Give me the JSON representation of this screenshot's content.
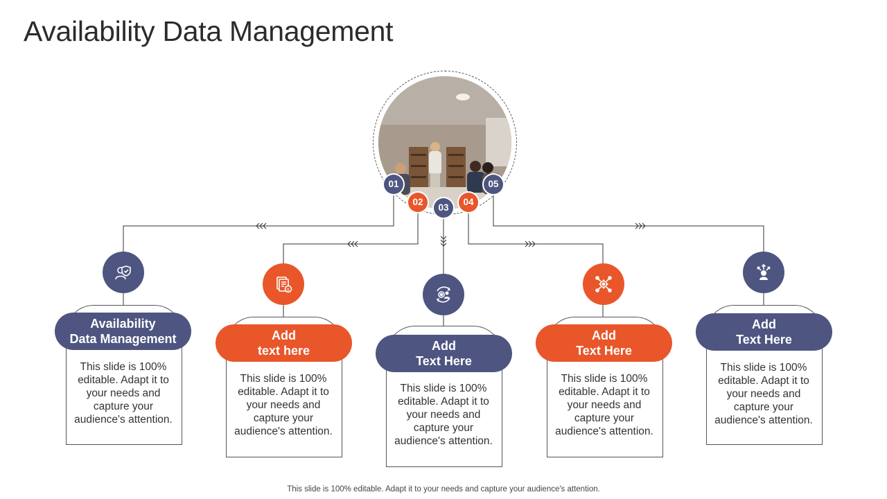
{
  "page": {
    "title": "Availability Data Management",
    "footer": "This slide is 100% editable. Adapt it to your needs and capture your audience's attention."
  },
  "colors": {
    "navy": "#4d5580",
    "orange": "#e8562a"
  },
  "center_image": {
    "description": "team meeting photo",
    "icon": "photo"
  },
  "steps": [
    {
      "number": "01",
      "color": "navy",
      "icon": "shield-user-icon",
      "title": "Availability\nData Management",
      "text": "This slide is 100% editable. Adapt it to your needs and capture your audience's attention."
    },
    {
      "number": "02",
      "color": "orange",
      "icon": "documents-money-icon",
      "title": "Add\ntext here",
      "text": "This slide is 100% editable. Adapt it to your needs and capture your audience's attention."
    },
    {
      "number": "03",
      "color": "navy",
      "icon": "gear-user-cycle-icon",
      "title": "Add\nText Here",
      "text": "This slide is 100% editable. Adapt it to your needs and capture your audience's attention."
    },
    {
      "number": "04",
      "color": "orange",
      "icon": "network-gear-icon",
      "title": "Add\nText Here",
      "text": "This slide is 100% editable. Adapt it to your needs and capture your audience's attention."
    },
    {
      "number": "05",
      "color": "navy",
      "icon": "user-arrows-icon",
      "title": "Add\nText Here",
      "text": "This slide is 100% editable. Adapt it to your needs and capture your audience's attention."
    }
  ]
}
